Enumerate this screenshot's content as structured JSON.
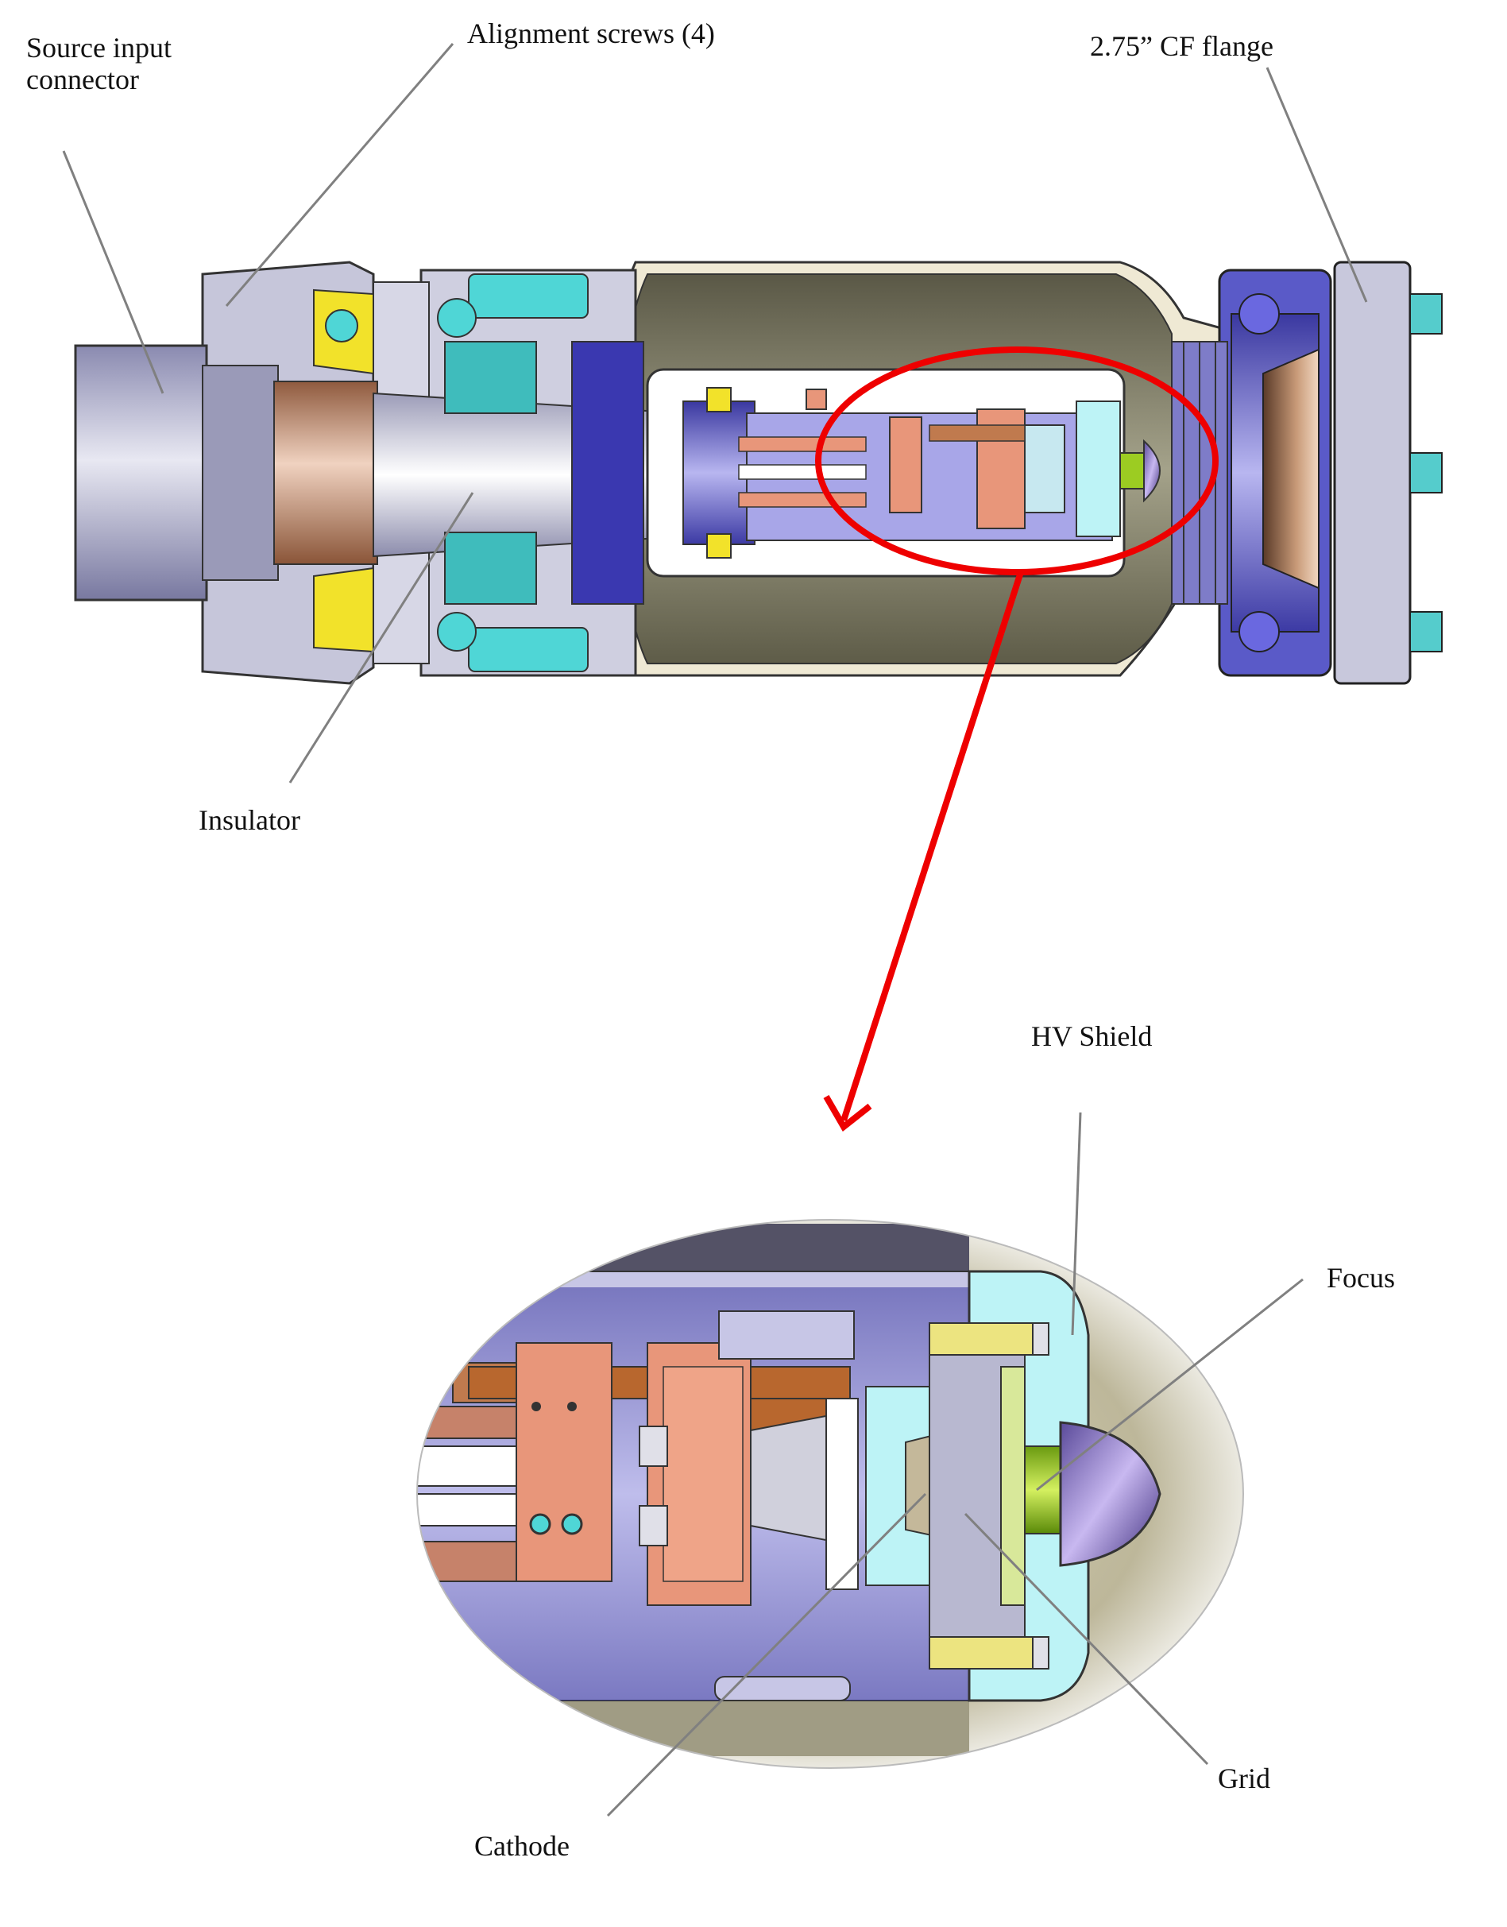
{
  "labels": {
    "source_input": [
      "Source input",
      "connector"
    ],
    "alignment_screws": "Alignment screws (4)",
    "flange": "2.75” CF flange",
    "insulator": "Insulator",
    "hv_shield": "HV Shield",
    "focus": "Focus",
    "grid": "Grid",
    "cathode": "Cathode"
  },
  "colors": {
    "leader": "#808080",
    "highlight": "#ee0000",
    "body_gray": "#c9c9d6",
    "olive_shell": "#8d8a70",
    "lavender": "#9b98e6",
    "blue_flange": "#5c5ad6",
    "cyan": "#4fd6d6",
    "yellow": "#f2e22a",
    "copper": "#c07a4e",
    "salmon": "#e8967a",
    "lime": "#9ccc22",
    "light_cyan": "#bdf3f6"
  }
}
